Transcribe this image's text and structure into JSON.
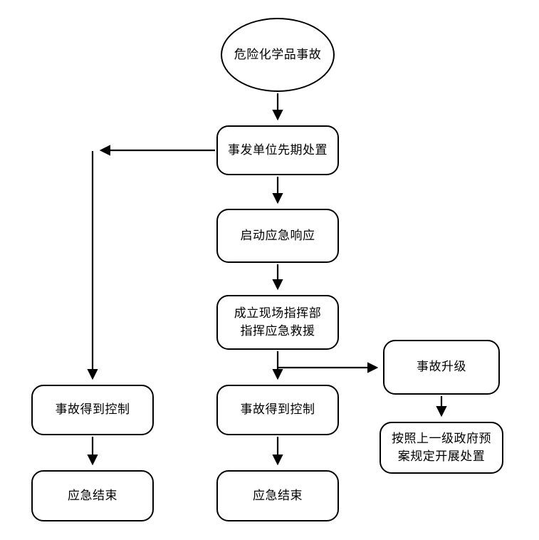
{
  "diagram": {
    "type": "flowchart",
    "background_color": "#ffffff",
    "stroke_color": "#000000",
    "nodes": {
      "start": {
        "shape": "ellipse",
        "label": "危险化学品事故"
      },
      "initial_response": {
        "shape": "rounded-rect",
        "label": "事发单位先期处置"
      },
      "activate_response": {
        "shape": "rounded-rect",
        "label": "启动应急响应"
      },
      "command_post": {
        "shape": "rounded-rect",
        "label": "成立现场指挥部\n指挥应急救援"
      },
      "left_controlled": {
        "shape": "rounded-rect",
        "label": "事故得到控制"
      },
      "mid_controlled": {
        "shape": "rounded-rect",
        "label": "事故得到控制"
      },
      "escalation": {
        "shape": "rounded-rect",
        "label": "事故升级"
      },
      "higher_plan": {
        "shape": "rounded-rect",
        "label": "按照上一级政府预\n案规定开展处置"
      },
      "left_end": {
        "shape": "rounded-rect",
        "label": "应急结束"
      },
      "mid_end": {
        "shape": "rounded-rect",
        "label": "应急结束"
      }
    }
  }
}
